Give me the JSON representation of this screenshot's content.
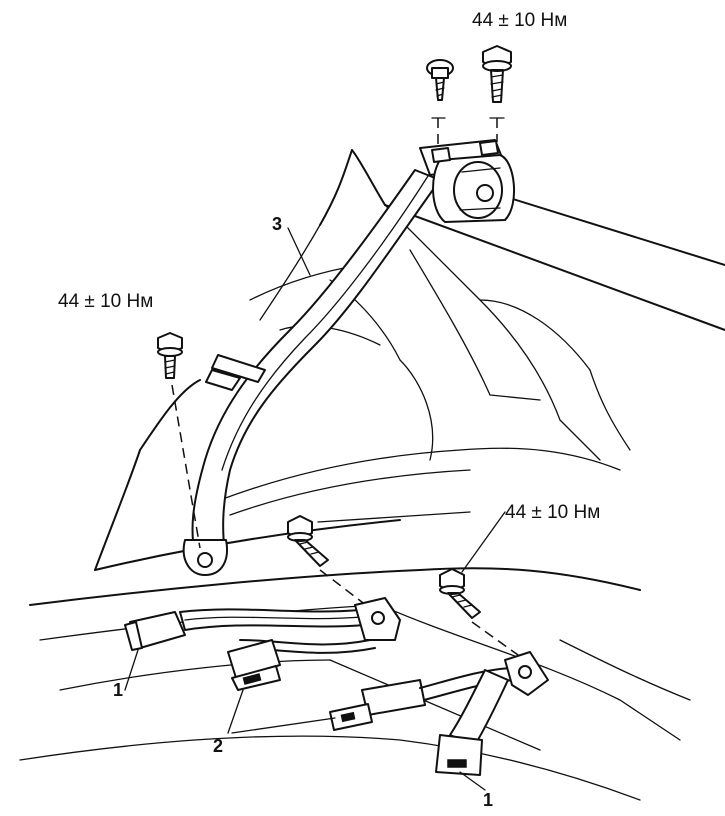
{
  "torque_labels": {
    "top_right": "44 ± 10 Нм",
    "left": "44 ± 10 Нм",
    "lower_right": "44 ± 10 Нм"
  },
  "callouts": {
    "buckle_left": "1",
    "buckle_right": "1",
    "tongue": "2",
    "shoulder_belt": "3"
  }
}
